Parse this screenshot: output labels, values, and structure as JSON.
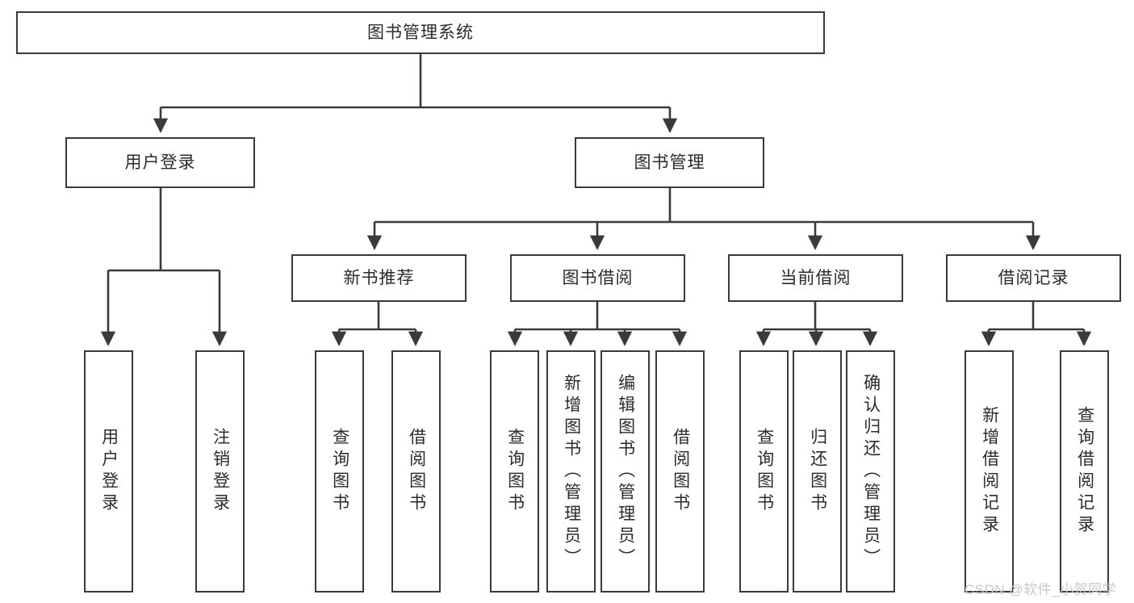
{
  "diagram": {
    "title": "图书管理系统",
    "type": "tree-hierarchy-chart",
    "root": {
      "label": "图书管理系统"
    },
    "level1": [
      {
        "label": "用户登录"
      },
      {
        "label": "图书管理"
      }
    ],
    "level2": [
      {
        "label": "新书推荐"
      },
      {
        "label": "图书借阅"
      },
      {
        "label": "当前借阅"
      },
      {
        "label": "借阅记录"
      }
    ],
    "leaves": {
      "user_login": [
        {
          "label": "用户登录"
        },
        {
          "label": "注销登录"
        }
      ],
      "new_book_recommend": [
        {
          "label": "查询图书"
        },
        {
          "label": "借阅图书"
        }
      ],
      "book_borrow": [
        {
          "label": "查询图书"
        },
        {
          "label": "新增图书（管理员）"
        },
        {
          "label": "编辑图书（管理员）"
        },
        {
          "label": "借阅图书"
        }
      ],
      "current_borrow": [
        {
          "label": "查询图书"
        },
        {
          "label": "归还图书"
        },
        {
          "label": "确认归还（管理员）"
        }
      ],
      "borrow_record": [
        {
          "label": "新增借阅记录"
        },
        {
          "label": "查询借阅记录"
        }
      ]
    }
  },
  "watermark": {
    "text": "CSDN @软件_小贺同学"
  },
  "colors": {
    "box_border": "#3a3a3a",
    "box_fill": "#ffffff",
    "text": "#2b2b2b",
    "connector": "#3a3a3a",
    "watermark": "#c9c9c9"
  }
}
